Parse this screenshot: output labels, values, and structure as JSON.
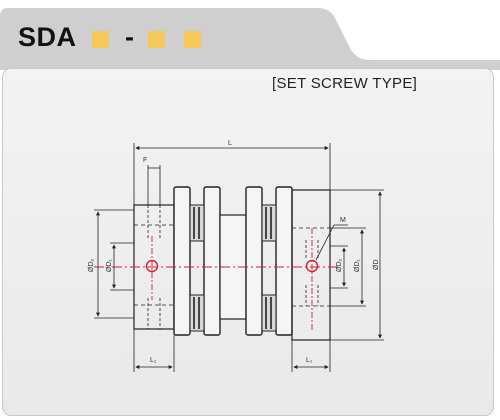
{
  "header": {
    "title": "SDA",
    "dash": "-",
    "placeholder_color": "#f6c85a",
    "tab_color": "#c9c9c9"
  },
  "panel": {
    "caption": "[SET SCREW TYPE]"
  },
  "drawing": {
    "dimensions": {
      "overall_length": "L",
      "flange": "F",
      "screw": "M",
      "hub_length_left": "L₁",
      "hub_length_right": "L₁",
      "bore_left": "ØD₁",
      "bore_right": "ØD₂",
      "hub_dia_left": "ØD₂",
      "hub_dia_right": "ØD₁",
      "outer_dia": "ØD"
    },
    "screw_color": "#cc2233"
  }
}
